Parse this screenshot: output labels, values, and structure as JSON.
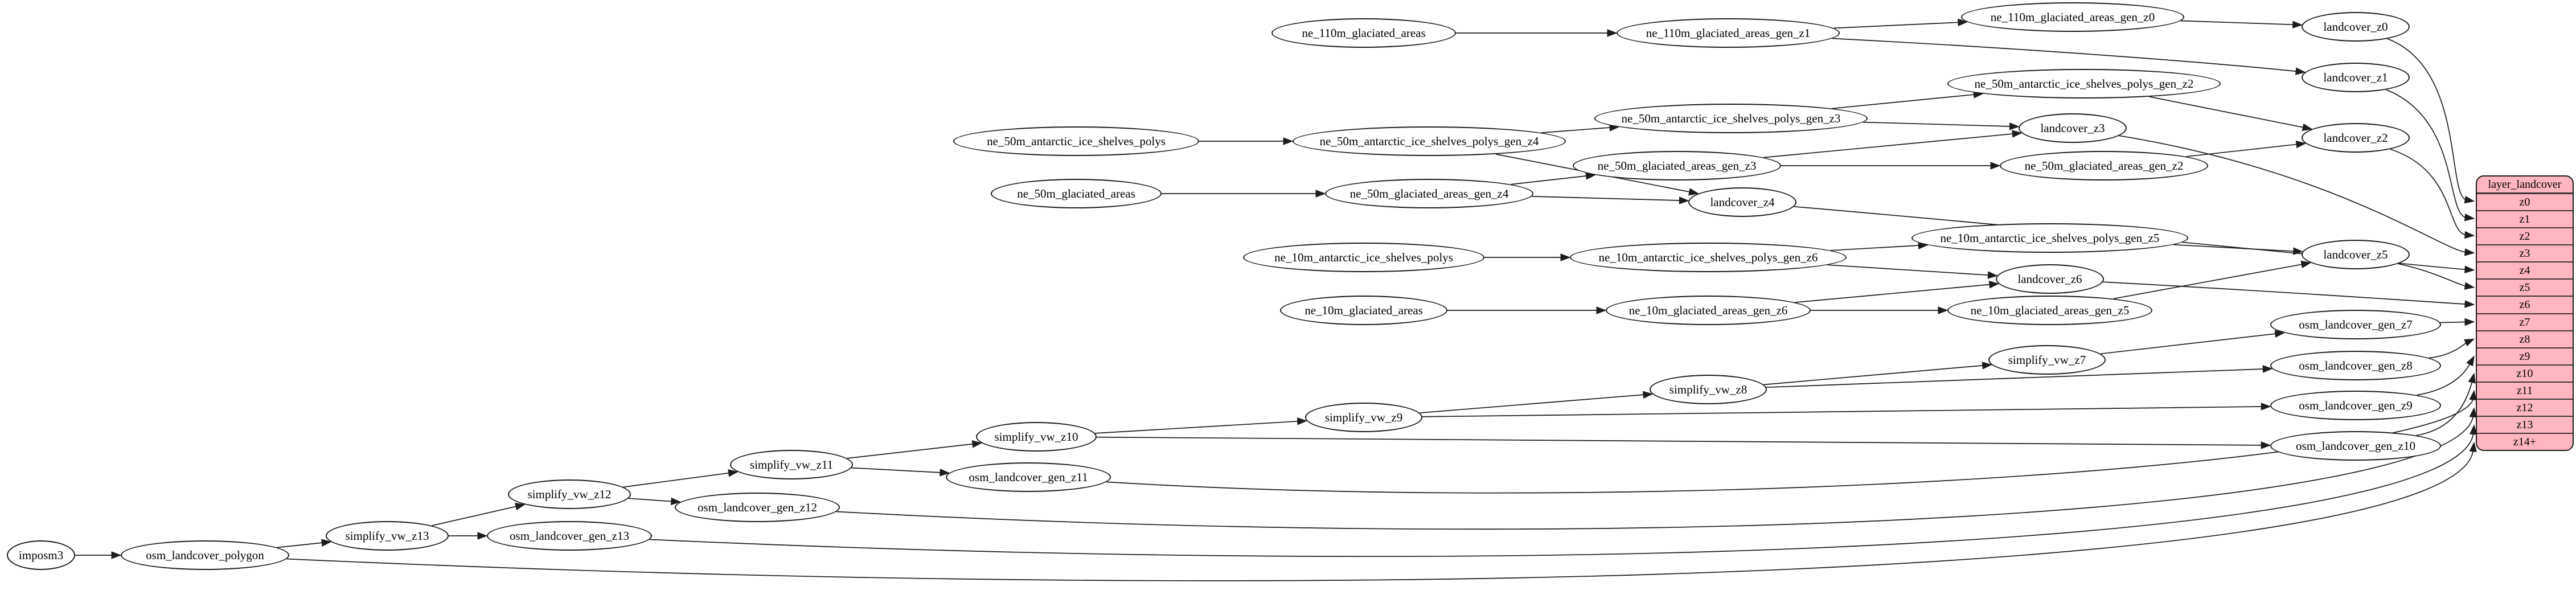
{
  "diagram": {
    "kind": "etl-dependency-graph",
    "background": "#ffffff"
  },
  "colors": {
    "node_fill": "#ffffff",
    "node_stroke": "#1c1c1c",
    "edge_stroke": "#1c1c1c",
    "table_fill": "#ffb6c1",
    "table_stroke": "#1c1c1c",
    "text": "#000000"
  },
  "nodes": [
    {
      "id": "imposm3",
      "label": "imposm3"
    },
    {
      "id": "osm_landcover_polygon",
      "label": "osm_landcover_polygon"
    },
    {
      "id": "simplify_vw_z13",
      "label": "simplify_vw_z13"
    },
    {
      "id": "osm_landcover_gen_z13",
      "label": "osm_landcover_gen_z13"
    },
    {
      "id": "simplify_vw_z12",
      "label": "simplify_vw_z12"
    },
    {
      "id": "osm_landcover_gen_z12",
      "label": "osm_landcover_gen_z12"
    },
    {
      "id": "simplify_vw_z11",
      "label": "simplify_vw_z11"
    },
    {
      "id": "osm_landcover_gen_z11",
      "label": "osm_landcover_gen_z11"
    },
    {
      "id": "simplify_vw_z10",
      "label": "simplify_vw_z10"
    },
    {
      "id": "simplify_vw_z9",
      "label": "simplify_vw_z9"
    },
    {
      "id": "simplify_vw_z8",
      "label": "simplify_vw_z8"
    },
    {
      "id": "simplify_vw_z7",
      "label": "simplify_vw_z7"
    },
    {
      "id": "osm_landcover_gen_z7",
      "label": "osm_landcover_gen_z7"
    },
    {
      "id": "osm_landcover_gen_z8",
      "label": "osm_landcover_gen_z8"
    },
    {
      "id": "osm_landcover_gen_z9",
      "label": "osm_landcover_gen_z9"
    },
    {
      "id": "osm_landcover_gen_z10",
      "label": "osm_landcover_gen_z10"
    },
    {
      "id": "ne_110m_glaciated_areas",
      "label": "ne_110m_glaciated_areas"
    },
    {
      "id": "ne_110m_glaciated_areas_gen_z1",
      "label": "ne_110m_glaciated_areas_gen_z1"
    },
    {
      "id": "ne_110m_glaciated_areas_gen_z0",
      "label": "ne_110m_glaciated_areas_gen_z0"
    },
    {
      "id": "landcover_z0",
      "label": "landcover_z0"
    },
    {
      "id": "landcover_z1",
      "label": "landcover_z1"
    },
    {
      "id": "ne_50m_antarctic_ice_shelves_polys",
      "label": "ne_50m_antarctic_ice_shelves_polys"
    },
    {
      "id": "ne_50m_antarctic_ice_shelves_polys_gen_z4",
      "label": "ne_50m_antarctic_ice_shelves_polys_gen_z4"
    },
    {
      "id": "ne_50m_antarctic_ice_shelves_polys_gen_z3",
      "label": "ne_50m_antarctic_ice_shelves_polys_gen_z3"
    },
    {
      "id": "ne_50m_antarctic_ice_shelves_polys_gen_z2",
      "label": "ne_50m_antarctic_ice_shelves_polys_gen_z2"
    },
    {
      "id": "landcover_z2",
      "label": "landcover_z2"
    },
    {
      "id": "landcover_z3",
      "label": "landcover_z3"
    },
    {
      "id": "ne_50m_glaciated_areas",
      "label": "ne_50m_glaciated_areas"
    },
    {
      "id": "ne_50m_glaciated_areas_gen_z4",
      "label": "ne_50m_glaciated_areas_gen_z4"
    },
    {
      "id": "ne_50m_glaciated_areas_gen_z3",
      "label": "ne_50m_glaciated_areas_gen_z3"
    },
    {
      "id": "ne_50m_glaciated_areas_gen_z2",
      "label": "ne_50m_glaciated_areas_gen_z2"
    },
    {
      "id": "landcover_z4",
      "label": "landcover_z4"
    },
    {
      "id": "ne_10m_antarctic_ice_shelves_polys",
      "label": "ne_10m_antarctic_ice_shelves_polys"
    },
    {
      "id": "ne_10m_antarctic_ice_shelves_polys_gen_z6",
      "label": "ne_10m_antarctic_ice_shelves_polys_gen_z6"
    },
    {
      "id": "ne_10m_antarctic_ice_shelves_polys_gen_z5",
      "label": "ne_10m_antarctic_ice_shelves_polys_gen_z5"
    },
    {
      "id": "landcover_z5",
      "label": "landcover_z5"
    },
    {
      "id": "landcover_z6",
      "label": "landcover_z6"
    },
    {
      "id": "ne_10m_glaciated_areas",
      "label": "ne_10m_glaciated_areas"
    },
    {
      "id": "ne_10m_glaciated_areas_gen_z6",
      "label": "ne_10m_glaciated_areas_gen_z6"
    },
    {
      "id": "ne_10m_glaciated_areas_gen_z5",
      "label": "ne_10m_glaciated_areas_gen_z5"
    }
  ],
  "table": {
    "title": "layer_landcover",
    "rows": [
      "z0",
      "z1",
      "z2",
      "z3",
      "z4",
      "z5",
      "z6",
      "z7",
      "z8",
      "z9",
      "z10",
      "z11",
      "z12",
      "z13",
      "z14+"
    ]
  },
  "edges": [
    {
      "from": "ne_110m_glaciated_areas",
      "to": "ne_110m_glaciated_areas_gen_z1"
    },
    {
      "from": "ne_110m_glaciated_areas_gen_z1",
      "to": "ne_110m_glaciated_areas_gen_z0"
    },
    {
      "from": "ne_110m_glaciated_areas_gen_z0",
      "to": "landcover_z0"
    },
    {
      "from": "ne_110m_glaciated_areas_gen_z1",
      "to": "landcover_z1"
    },
    {
      "from": "ne_50m_antarctic_ice_shelves_polys",
      "to": "ne_50m_antarctic_ice_shelves_polys_gen_z4"
    },
    {
      "from": "ne_50m_antarctic_ice_shelves_polys_gen_z4",
      "to": "ne_50m_antarctic_ice_shelves_polys_gen_z3"
    },
    {
      "from": "ne_50m_antarctic_ice_shelves_polys_gen_z3",
      "to": "ne_50m_antarctic_ice_shelves_polys_gen_z2"
    },
    {
      "from": "ne_50m_antarctic_ice_shelves_polys_gen_z2",
      "to": "landcover_z2"
    },
    {
      "from": "ne_50m_antarctic_ice_shelves_polys_gen_z3",
      "to": "landcover_z3"
    },
    {
      "from": "ne_50m_antarctic_ice_shelves_polys_gen_z4",
      "to": "landcover_z4"
    },
    {
      "from": "ne_50m_glaciated_areas",
      "to": "ne_50m_glaciated_areas_gen_z4"
    },
    {
      "from": "ne_50m_glaciated_areas_gen_z4",
      "to": "ne_50m_glaciated_areas_gen_z3"
    },
    {
      "from": "ne_50m_glaciated_areas_gen_z3",
      "to": "ne_50m_glaciated_areas_gen_z2"
    },
    {
      "from": "ne_50m_glaciated_areas_gen_z2",
      "to": "landcover_z2"
    },
    {
      "from": "ne_50m_glaciated_areas_gen_z3",
      "to": "landcover_z3"
    },
    {
      "from": "ne_50m_glaciated_areas_gen_z4",
      "to": "landcover_z4"
    },
    {
      "from": "ne_10m_antarctic_ice_shelves_polys",
      "to": "ne_10m_antarctic_ice_shelves_polys_gen_z6"
    },
    {
      "from": "ne_10m_antarctic_ice_shelves_polys_gen_z6",
      "to": "ne_10m_antarctic_ice_shelves_polys_gen_z5"
    },
    {
      "from": "ne_10m_antarctic_ice_shelves_polys_gen_z5",
      "to": "landcover_z5"
    },
    {
      "from": "ne_10m_antarctic_ice_shelves_polys_gen_z6",
      "to": "landcover_z6"
    },
    {
      "from": "ne_10m_glaciated_areas",
      "to": "ne_10m_glaciated_areas_gen_z6"
    },
    {
      "from": "ne_10m_glaciated_areas_gen_z6",
      "to": "ne_10m_glaciated_areas_gen_z5"
    },
    {
      "from": "ne_10m_glaciated_areas_gen_z5",
      "to": "landcover_z5"
    },
    {
      "from": "ne_10m_glaciated_areas_gen_z6",
      "to": "landcover_z6"
    },
    {
      "from": "imposm3",
      "to": "osm_landcover_polygon"
    },
    {
      "from": "osm_landcover_polygon",
      "to": "simplify_vw_z13"
    },
    {
      "from": "simplify_vw_z13",
      "to": "simplify_vw_z12"
    },
    {
      "from": "simplify_vw_z13",
      "to": "osm_landcover_gen_z13"
    },
    {
      "from": "simplify_vw_z12",
      "to": "simplify_vw_z11"
    },
    {
      "from": "simplify_vw_z12",
      "to": "osm_landcover_gen_z12"
    },
    {
      "from": "simplify_vw_z11",
      "to": "simplify_vw_z10"
    },
    {
      "from": "simplify_vw_z11",
      "to": "osm_landcover_gen_z11"
    },
    {
      "from": "simplify_vw_z10",
      "to": "simplify_vw_z9"
    },
    {
      "from": "simplify_vw_z10",
      "to": "osm_landcover_gen_z10"
    },
    {
      "from": "simplify_vw_z9",
      "to": "simplify_vw_z8"
    },
    {
      "from": "simplify_vw_z9",
      "to": "osm_landcover_gen_z9"
    },
    {
      "from": "simplify_vw_z8",
      "to": "simplify_vw_z7"
    },
    {
      "from": "simplify_vw_z8",
      "to": "osm_landcover_gen_z8"
    },
    {
      "from": "simplify_vw_z7",
      "to": "osm_landcover_gen_z7"
    },
    {
      "from": "landcover_z0",
      "to": "layer:z0"
    },
    {
      "from": "landcover_z1",
      "to": "layer:z1"
    },
    {
      "from": "landcover_z2",
      "to": "layer:z2"
    },
    {
      "from": "landcover_z3",
      "to": "layer:z3"
    },
    {
      "from": "landcover_z4",
      "to": "layer:z4"
    },
    {
      "from": "landcover_z5",
      "to": "layer:z5"
    },
    {
      "from": "landcover_z6",
      "to": "layer:z6"
    },
    {
      "from": "osm_landcover_gen_z7",
      "to": "layer:z7"
    },
    {
      "from": "osm_landcover_gen_z8",
      "to": "layer:z8"
    },
    {
      "from": "osm_landcover_gen_z9",
      "to": "layer:z9"
    },
    {
      "from": "osm_landcover_gen_z10",
      "to": "layer:z10"
    },
    {
      "from": "osm_landcover_gen_z11",
      "to": "layer:z11"
    },
    {
      "from": "osm_landcover_gen_z12",
      "to": "layer:z12"
    },
    {
      "from": "osm_landcover_gen_z13",
      "to": "layer:z13"
    },
    {
      "from": "osm_landcover_polygon",
      "to": "layer:z14+"
    }
  ]
}
